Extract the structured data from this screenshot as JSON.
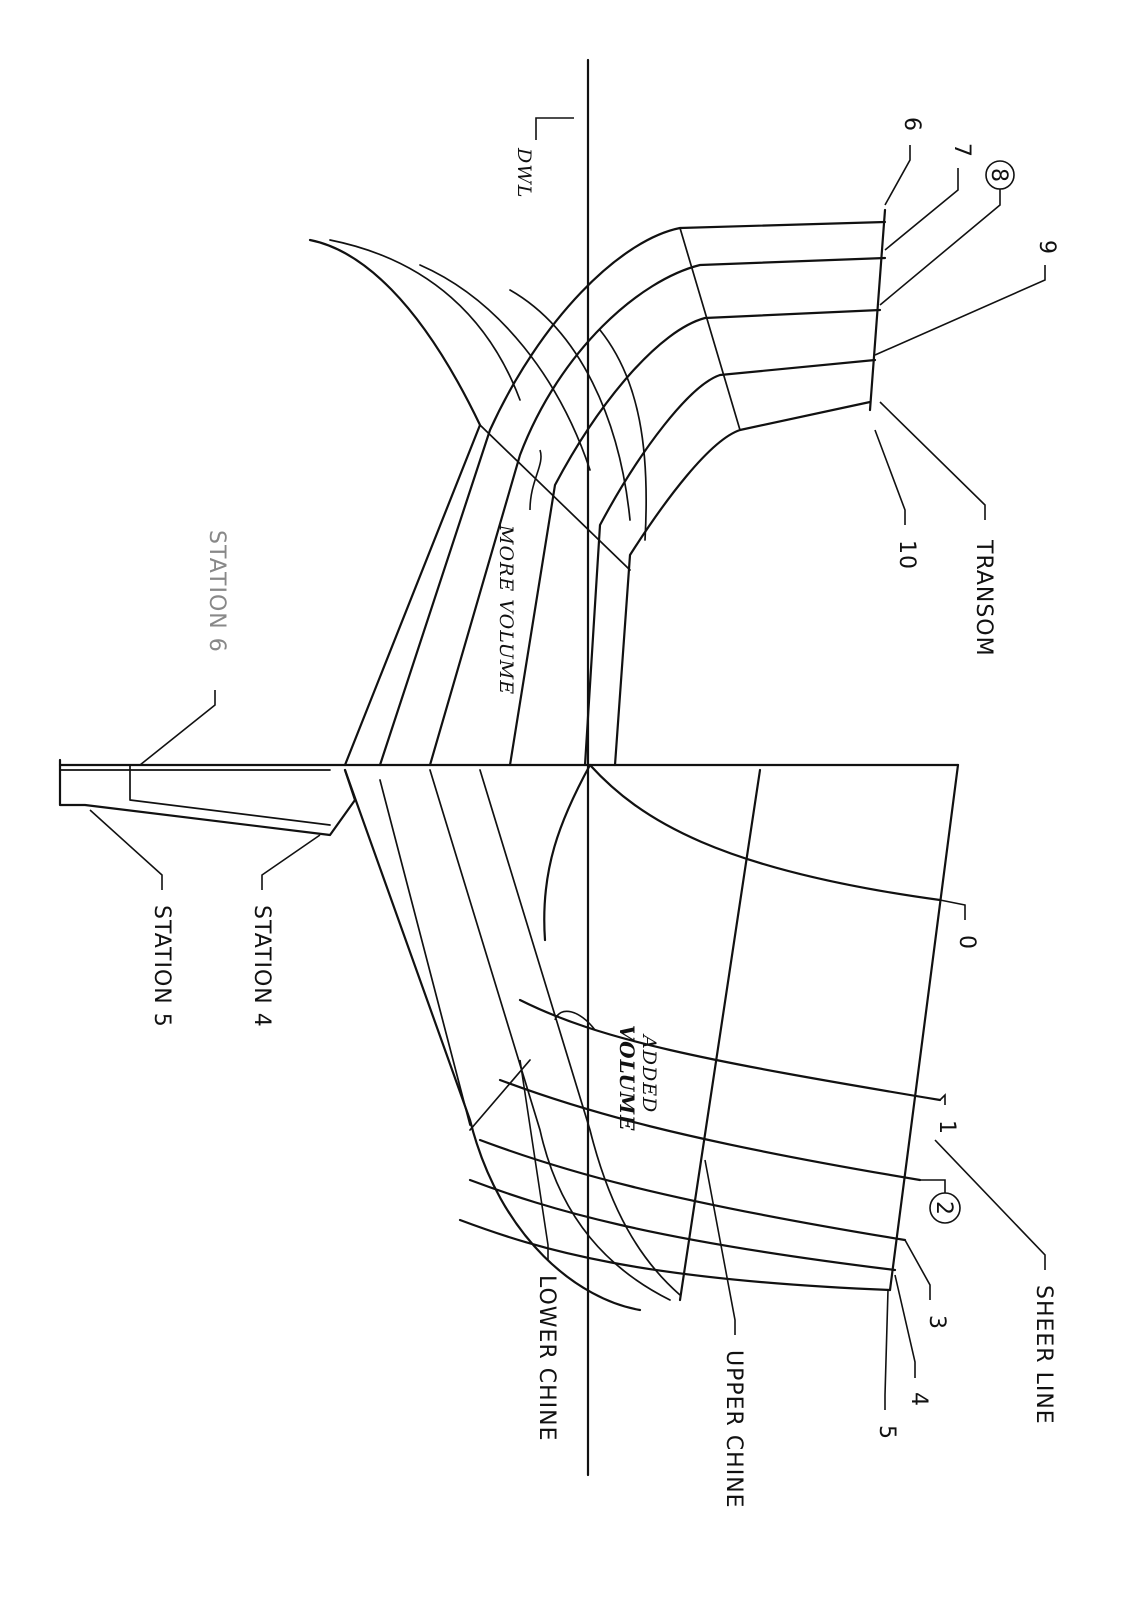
{
  "labels": {
    "transom": "TRANSOM",
    "sheer_line": "SHEER LINE",
    "upper_chine": "UPPER CHINE",
    "lower_chine": "LOWER CHINE",
    "dwl": "DWL",
    "station_6": "STATION 6",
    "station_5": "STATION 5",
    "station_4": "STATION 4",
    "more_volume": "MORE VOLUME",
    "added": "ADDED",
    "volume": "VOLUME"
  },
  "aft_stations": [
    "6",
    "7",
    "8",
    "9",
    "10"
  ],
  "fwd_stations": [
    "0",
    "1",
    "2",
    "3",
    "4",
    "5"
  ],
  "circled_stations": [
    "8",
    "2"
  ]
}
